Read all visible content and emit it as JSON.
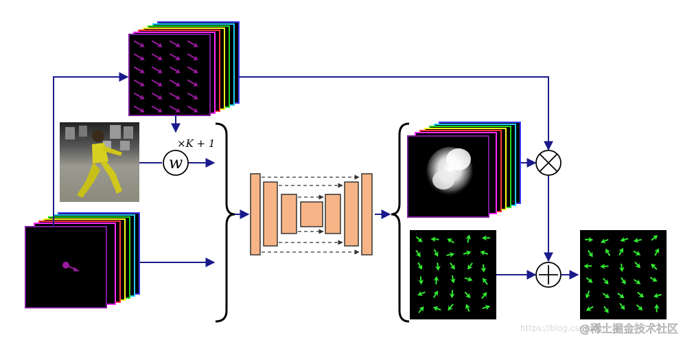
{
  "labels": {
    "weight_operator": "w",
    "repeat_factor": "×K + 1",
    "multiply_operator": "⊗",
    "add_operator": "+"
  },
  "watermark": {
    "faint_url": "https://blog.csdn.net",
    "brand": "@稀土掘金技术社区"
  },
  "colors": {
    "arrow": "#1a1a8c",
    "unet_block": "#f7b587",
    "unet_border": "#333333",
    "arrow_glyph_purple": "#9a1aa0",
    "arrow_glyph_green": "#33ee33",
    "frame_colors": [
      "#3a3aff",
      "#22d0ff",
      "#22dd22",
      "#ffff22",
      "#ff3a3a",
      "#ff2aff",
      "#7a1a9a"
    ]
  }
}
